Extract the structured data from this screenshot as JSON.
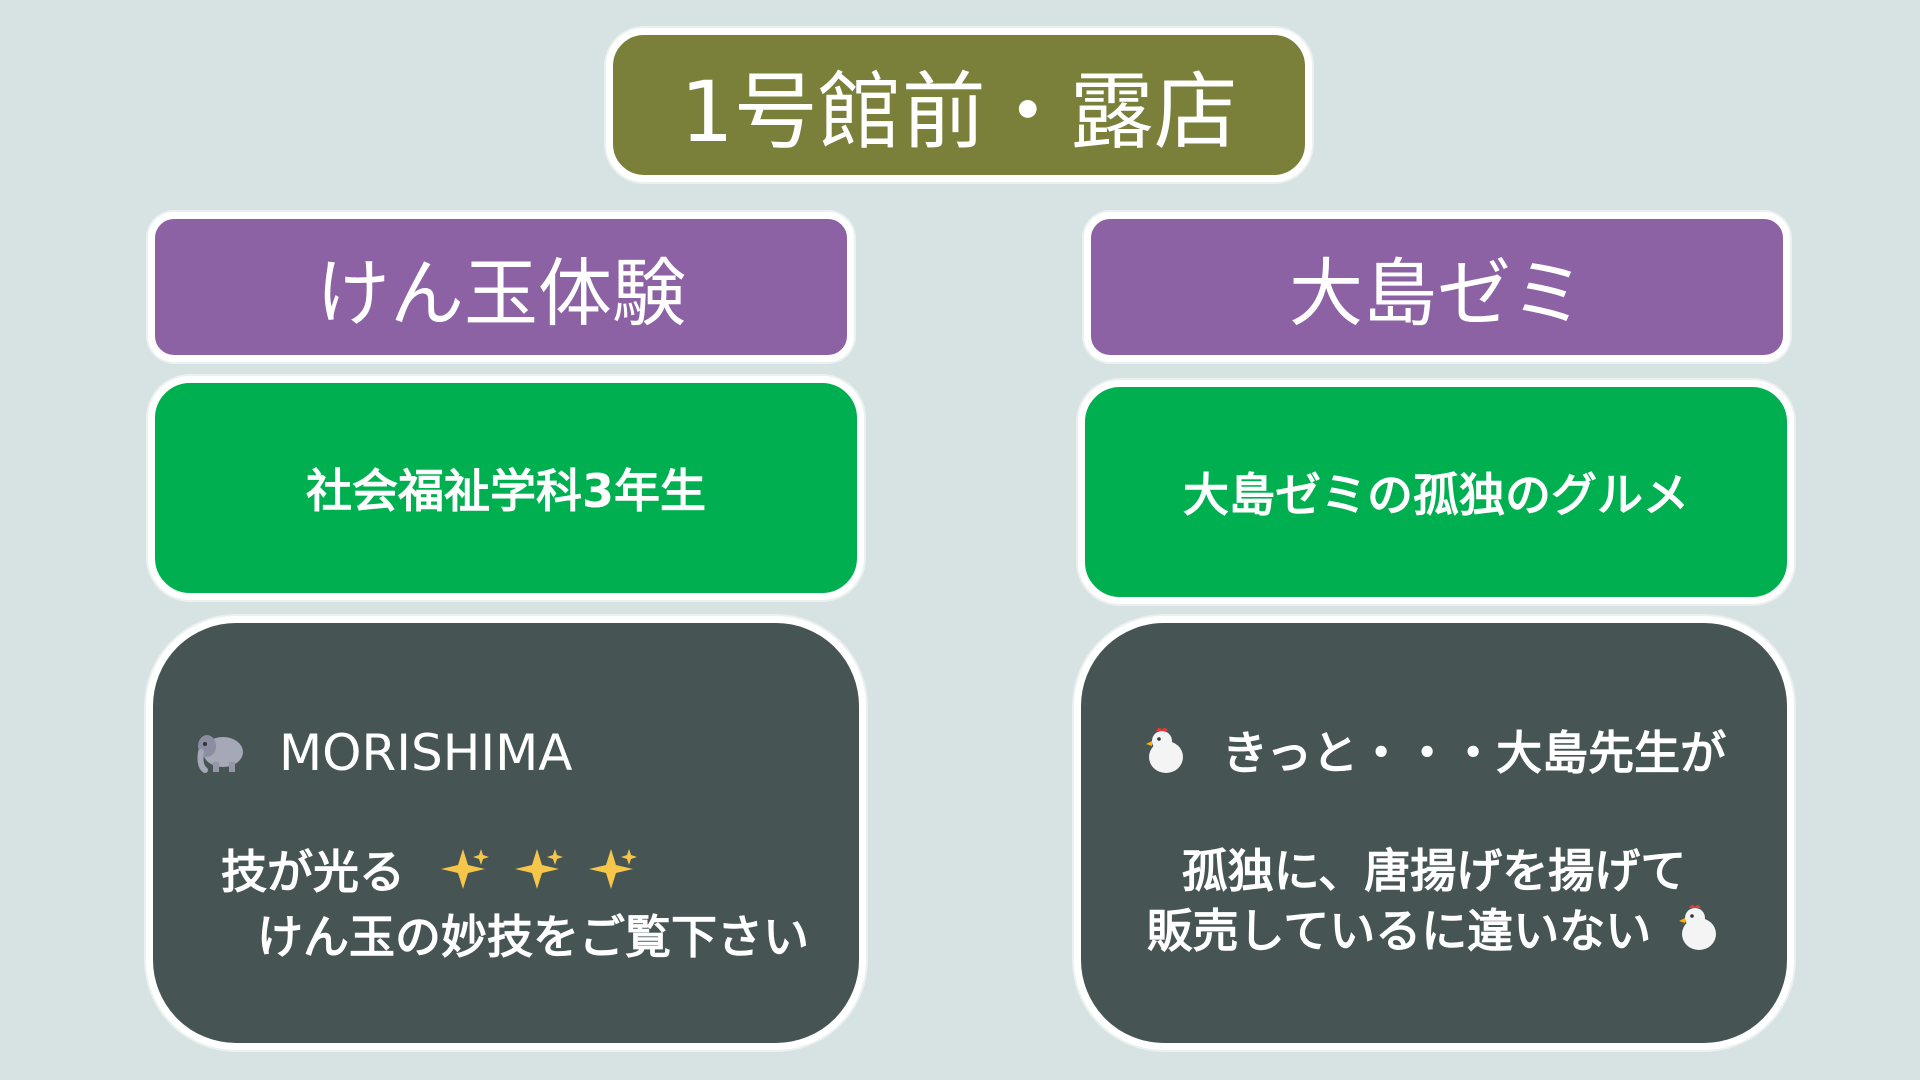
{
  "title": "1号館前・露店",
  "left": {
    "header": "けん玉体験",
    "sub": "社会福祉学科3年生",
    "name": "MORISHIMA",
    "line1": "技が光る",
    "line2": "けん玉の妙技をご覧下さい",
    "emoji_name_icon": "elephant-icon",
    "sparkle_icon": "sparkles-icon"
  },
  "right": {
    "header": "大島ゼミ",
    "sub": "大島ゼミの孤独のグルメ",
    "line1": "きっと・・・大島先生が",
    "line2": "孤独に、唐揚げを揚げて",
    "line3": "販売しているに違いない",
    "emoji_icon": "chicken-icon"
  },
  "colors": {
    "background": "#d7e2e2",
    "title": "#7a7f3a",
    "header": "#8c62a4",
    "green": "#00b050",
    "dark": "#465454"
  }
}
